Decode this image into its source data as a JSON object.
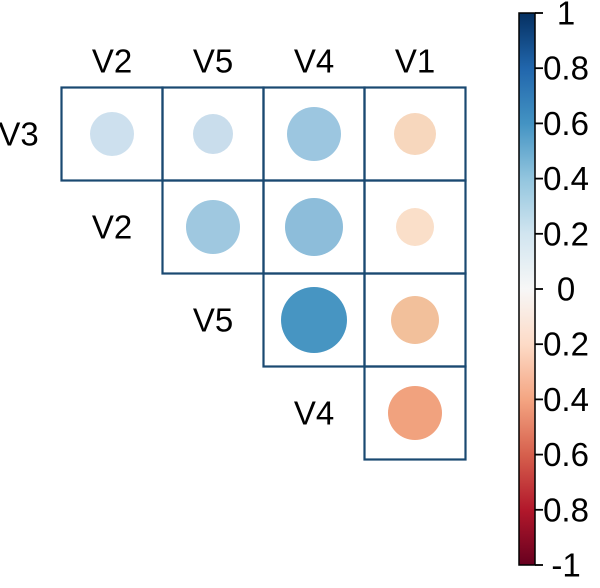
{
  "chart_data": {
    "type": "correlation-matrix",
    "title": "",
    "columns": [
      "V2",
      "V5",
      "V4",
      "V1"
    ],
    "rows": [
      "V3",
      "V2",
      "V5",
      "V4"
    ],
    "cells": [
      {
        "row": "V3",
        "col": "V2",
        "value": 0.28,
        "color": "#cde0ee",
        "radius_px": 22
      },
      {
        "row": "V3",
        "col": "V5",
        "value": 0.23,
        "color": "#c9ddec",
        "radius_px": 20
      },
      {
        "row": "V3",
        "col": "V4",
        "value": 0.42,
        "color": "#9cc6e0",
        "radius_px": 27
      },
      {
        "row": "V3",
        "col": "V1",
        "value": -0.26,
        "color": "#f7d7bd",
        "radius_px": 21
      },
      {
        "row": "V2",
        "col": "V5",
        "value": 0.42,
        "color": "#9fc8e0",
        "radius_px": 27
      },
      {
        "row": "V2",
        "col": "V4",
        "value": 0.48,
        "color": "#8dbdda",
        "radius_px": 29
      },
      {
        "row": "V2",
        "col": "V1",
        "value": -0.18,
        "color": "#fadfc9",
        "radius_px": 19
      },
      {
        "row": "V5",
        "col": "V4",
        "value": 0.6,
        "color": "#4795c2",
        "radius_px": 33
      },
      {
        "row": "V5",
        "col": "V1",
        "value": -0.34,
        "color": "#f2c09b",
        "radius_px": 24
      },
      {
        "row": "V4",
        "col": "V1",
        "value": -0.5,
        "color": "#f1a27e",
        "radius_px": 27
      }
    ],
    "colorbar": {
      "range": [
        -1,
        1
      ],
      "tick_labels": [
        "1",
        "0.8",
        "0.6",
        "0.4",
        "0.2",
        "0",
        "0.2",
        "0.4",
        "0.6",
        "0.8",
        "-1"
      ],
      "gradient_top_to_bottom": [
        {
          "value": 1.0,
          "color": "#053061"
        },
        {
          "value": 0.8,
          "color": "#2166ac"
        },
        {
          "value": 0.6,
          "color": "#4393c3"
        },
        {
          "value": 0.4,
          "color": "#92c5de"
        },
        {
          "value": 0.2,
          "color": "#d1e5f0"
        },
        {
          "value": 0.0,
          "color": "#f7f7f7"
        },
        {
          "value": -0.2,
          "color": "#fddbc7"
        },
        {
          "value": -0.4,
          "color": "#f4a582"
        },
        {
          "value": -0.6,
          "color": "#d6604d"
        },
        {
          "value": -0.8,
          "color": "#b2182b"
        },
        {
          "value": -1.0,
          "color": "#67001f"
        }
      ]
    },
    "colors": {
      "grid_border": "#1a4971",
      "background": "#ffffff",
      "text": "#000000",
      "colorbar_outline": "#000000"
    },
    "legend_position": "right",
    "grid": "cell-borders-only"
  }
}
